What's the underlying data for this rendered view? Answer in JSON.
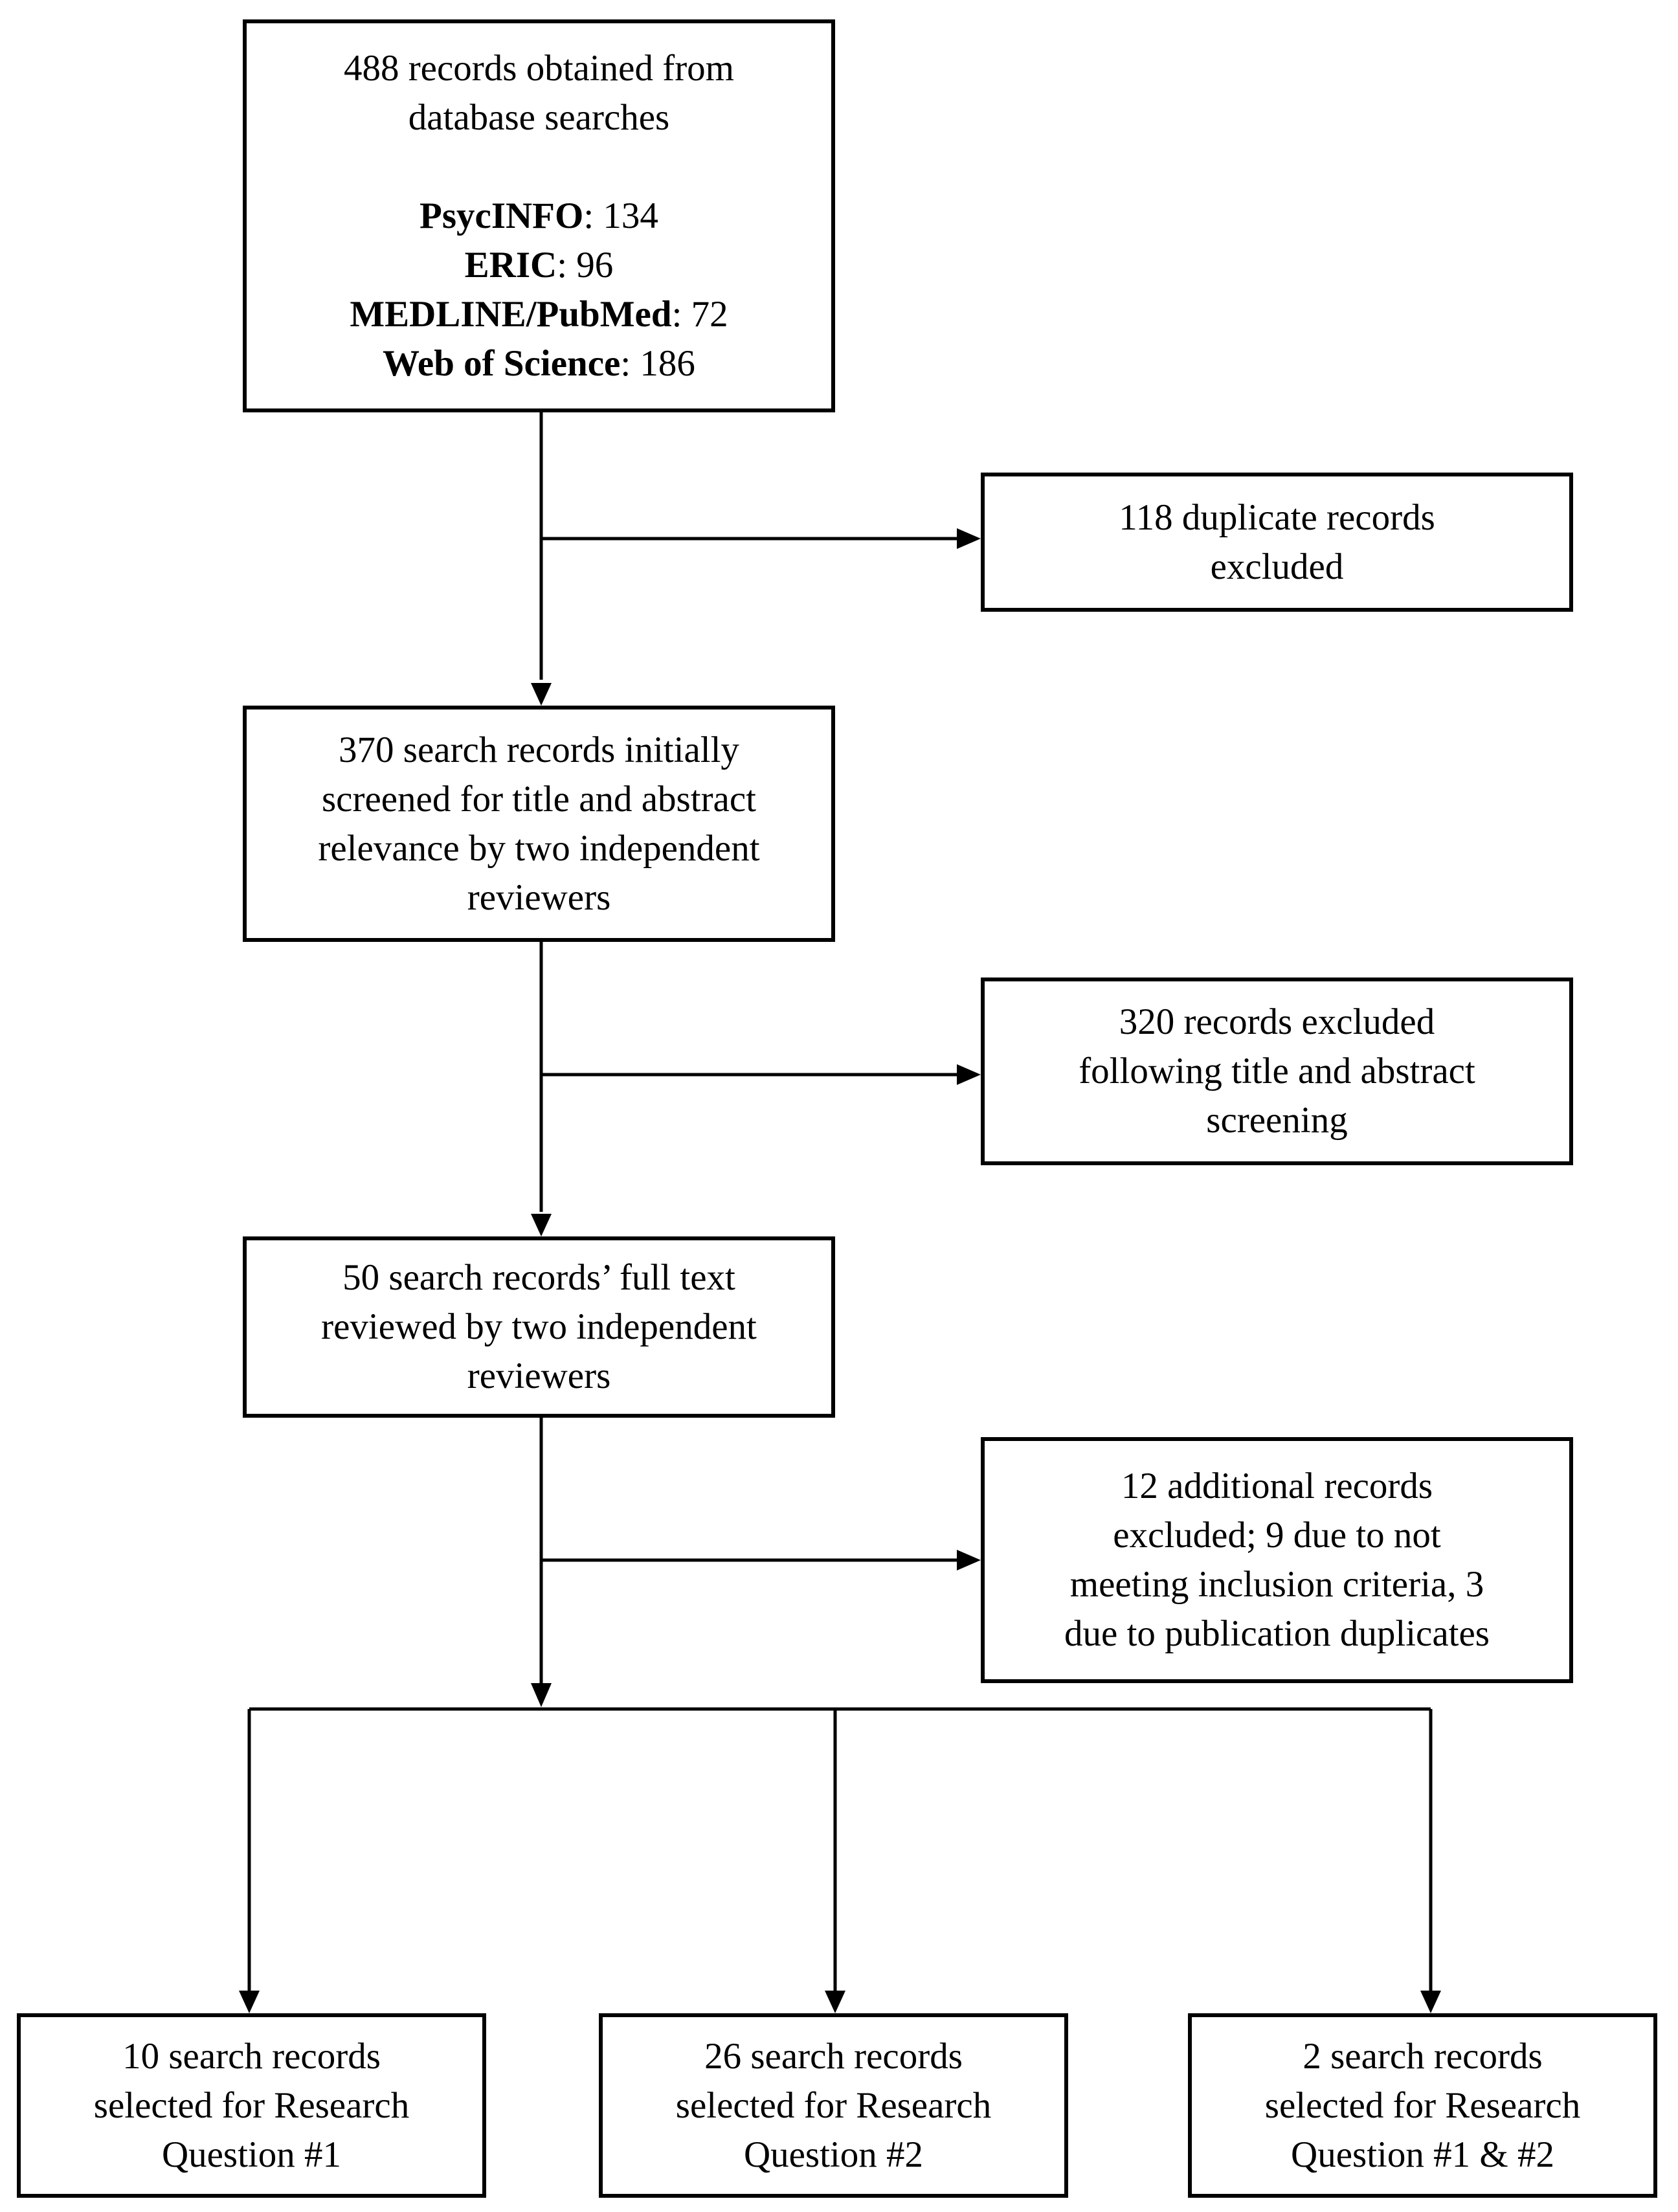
{
  "flowchart": {
    "start_box": {
      "lines": [
        "488 records obtained from",
        "database searches"
      ],
      "databases": [
        {
          "name": "PsycINFO",
          "count": ": 134"
        },
        {
          "name": "ERIC",
          "count": ": 96"
        },
        {
          "name": "MEDLINE/PubMed",
          "count": ": 72"
        },
        {
          "name": "Web of Science",
          "count": ": 186"
        }
      ]
    },
    "duplicates_box": {
      "lines": [
        "118 duplicate records",
        "excluded"
      ]
    },
    "screening_box": {
      "lines": [
        "370 search records initially",
        "screened for title and abstract",
        "relevance by two independent",
        "reviewers"
      ]
    },
    "title_abstract_exclusion_box": {
      "lines": [
        "320 records excluded",
        "following title and abstract",
        "screening"
      ]
    },
    "full_text_box": {
      "lines": [
        "50 search records’ full text",
        "reviewed by two independent",
        "reviewers"
      ]
    },
    "additional_exclusion_box": {
      "lines": [
        "12 additional records",
        "excluded; 9 due to not",
        "meeting inclusion criteria, 3",
        "due to publication duplicates"
      ]
    },
    "outcomes": [
      {
        "lines": [
          "10 search records",
          "selected for Research",
          "Question #1"
        ]
      },
      {
        "lines": [
          "26 search records",
          "selected for Research",
          "Question #2"
        ]
      },
      {
        "lines": [
          "2 search records",
          "selected for Research",
          "Question #1 & #2"
        ]
      }
    ]
  }
}
